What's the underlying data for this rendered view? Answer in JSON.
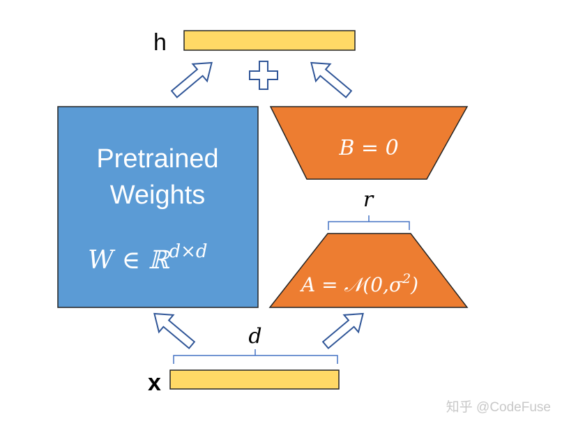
{
  "labels": {
    "h": "h",
    "x": "x",
    "pretrained_line1": "Pretrained",
    "pretrained_line2": "Weights",
    "w_formula": "W ∈ ℝ",
    "w_superscript": "d×d",
    "b_formula": "B = 0",
    "a_formula": "A = 𝒩(0,σ",
    "a_sup": "2",
    "a_close": ")",
    "r": "r",
    "d": "d",
    "plus": "+"
  },
  "watermark": "知乎 @CodeFuse",
  "colors": {
    "vector": "#FFD966",
    "pretrained": "#5B9BD5",
    "lora": "#ED7D31",
    "arrow": "#2F5597",
    "brace": "#4472C4"
  }
}
